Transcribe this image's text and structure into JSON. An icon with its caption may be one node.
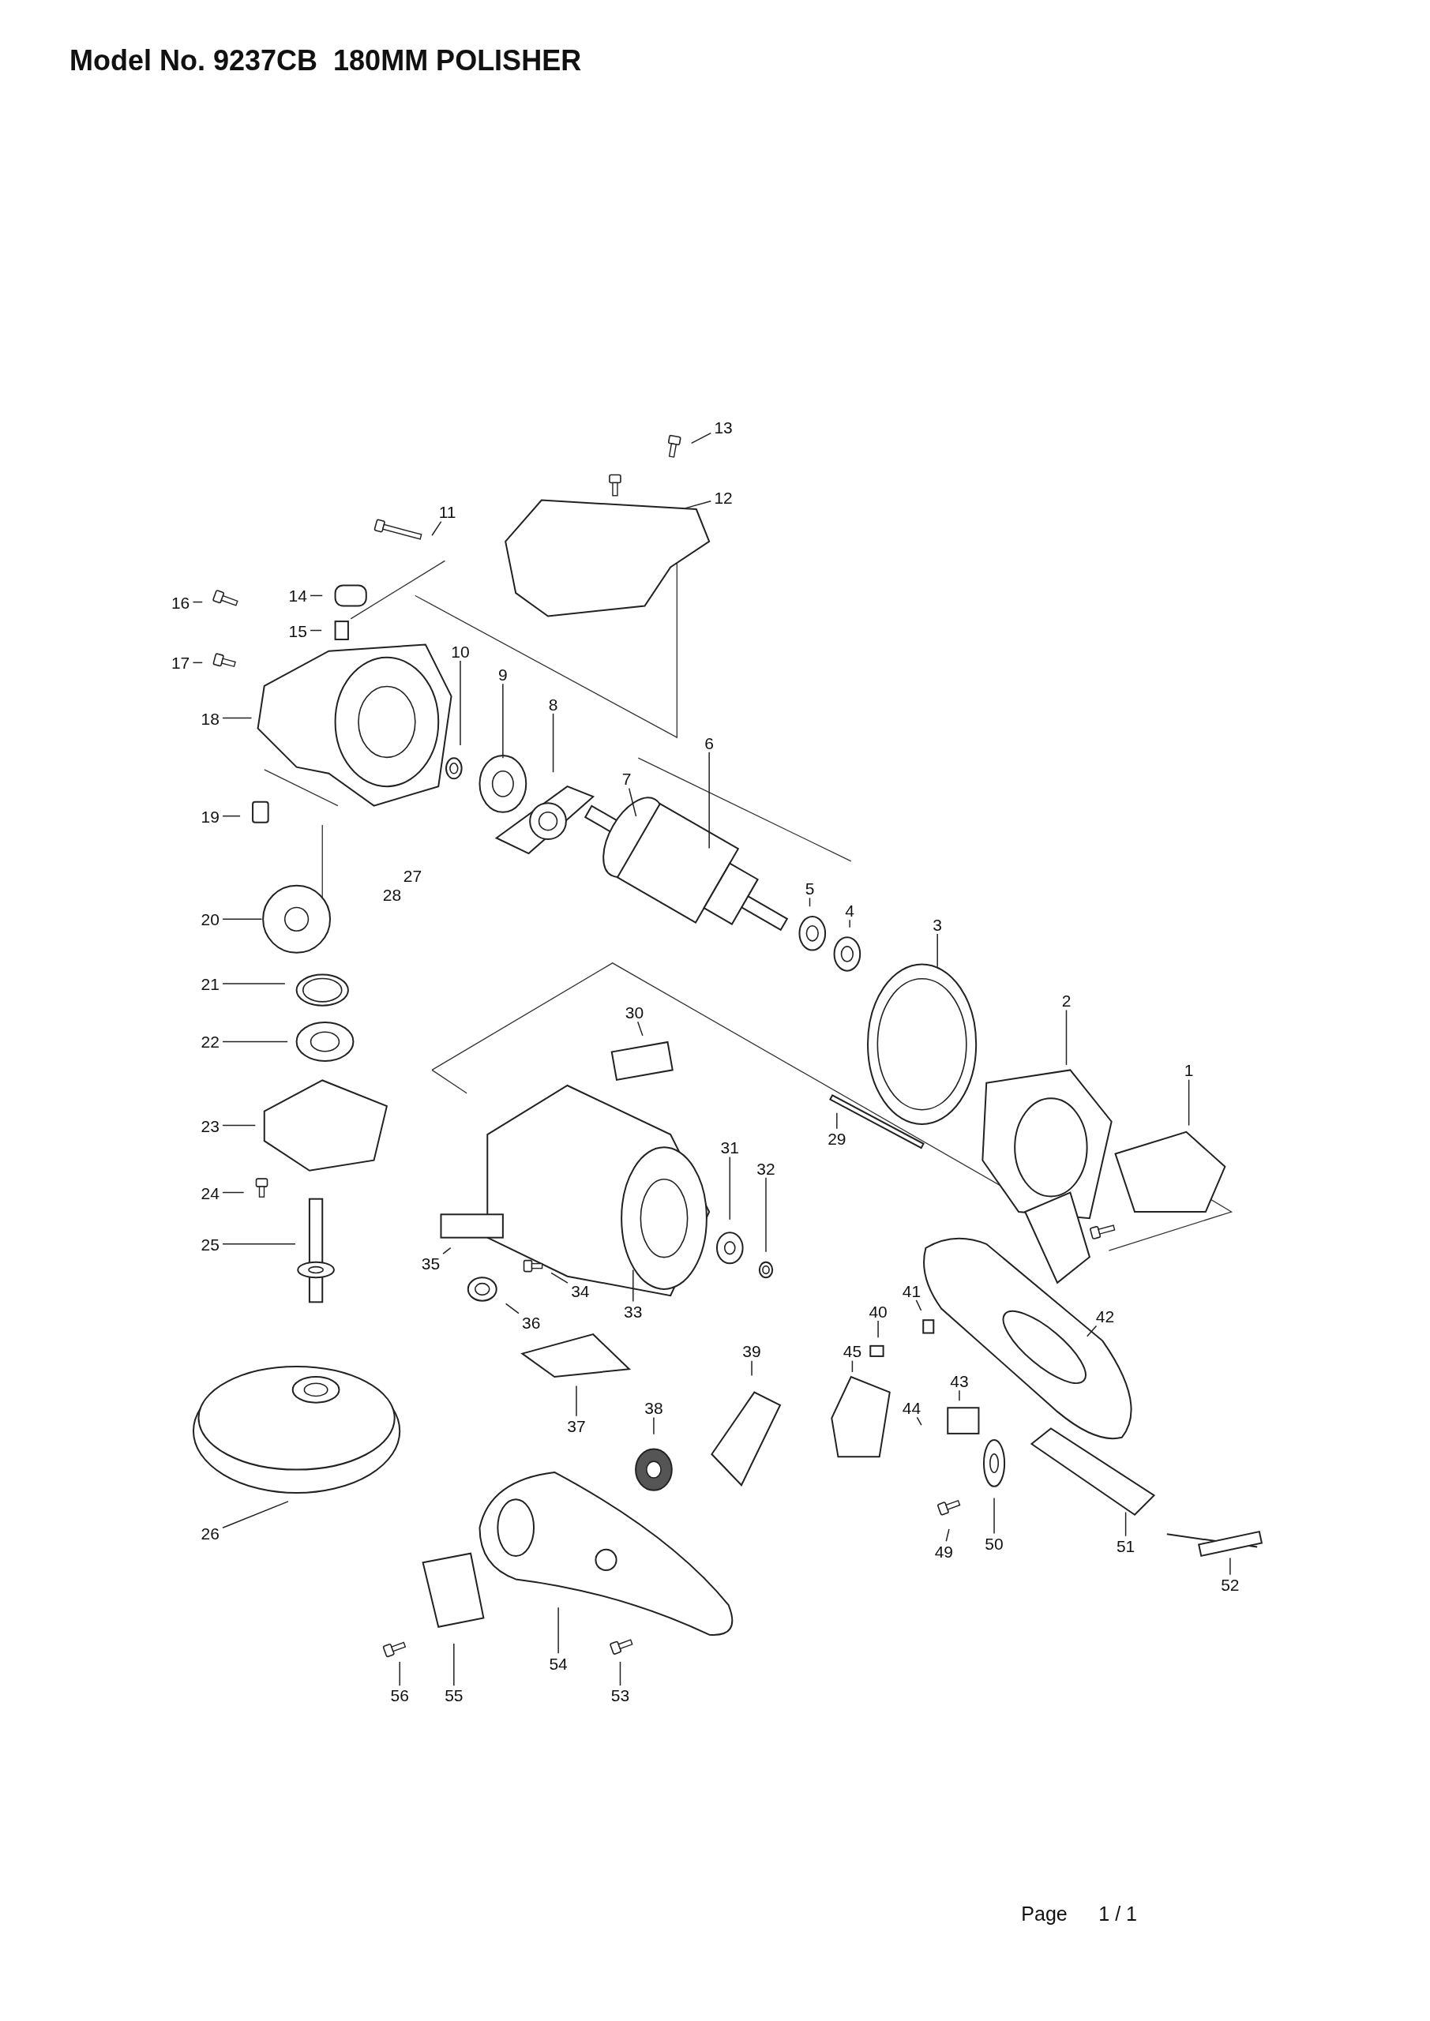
{
  "diagram": {
    "title": "Model No. 9237CB  180MM POLISHER",
    "nodes": [
      {
        "text": [
          "13"
        ]
      },
      {
        "text": [
          "12"
        ]
      },
      {
        "text": [
          "11"
        ]
      },
      {
        "text": [
          "16"
        ]
      },
      {
        "text": [
          "14"
        ]
      },
      {
        "text": [
          "15"
        ]
      },
      {
        "text": [
          "17"
        ]
      },
      {
        "text": [
          "10"
        ]
      },
      {
        "text": [
          "9"
        ]
      },
      {
        "text": [
          "18"
        ]
      },
      {
        "text": [
          "8"
        ]
      },
      {
        "text": [
          "6"
        ]
      },
      {
        "text": [
          "7"
        ]
      },
      {
        "text": [
          "19"
        ]
      },
      {
        "text": [
          "27"
        ]
      },
      {
        "text": [
          "28"
        ]
      },
      {
        "text": [
          "5"
        ]
      },
      {
        "text": [
          "4"
        ]
      },
      {
        "text": [
          "20"
        ]
      },
      {
        "text": [
          "3"
        ]
      },
      {
        "text": [
          "21"
        ]
      },
      {
        "text": [
          "2"
        ]
      },
      {
        "text": [
          "30"
        ]
      },
      {
        "text": [
          "22"
        ]
      },
      {
        "text": [
          "1"
        ]
      },
      {
        "text": [
          "23"
        ]
      },
      {
        "text": [
          "29"
        ]
      },
      {
        "text": [
          "31"
        ]
      },
      {
        "text": [
          "32"
        ]
      },
      {
        "text": [
          "24"
        ]
      },
      {
        "text": [
          "25"
        ]
      },
      {
        "text": [
          "35"
        ]
      },
      {
        "text": [
          "34"
        ]
      },
      {
        "text": [
          "33"
        ]
      },
      {
        "text": [
          "41"
        ]
      },
      {
        "text": [
          "40"
        ]
      },
      {
        "text": [
          "42"
        ]
      },
      {
        "text": [
          "36"
        ]
      },
      {
        "text": [
          "39"
        ]
      },
      {
        "text": [
          "45"
        ]
      },
      {
        "text": [
          "43"
        ]
      },
      {
        "text": [
          "38"
        ]
      },
      {
        "text": [
          "44"
        ]
      },
      {
        "text": [
          "37"
        ]
      },
      {
        "text": [
          "26"
        ]
      },
      {
        "text": [
          "50"
        ]
      },
      {
        "text": [
          "51"
        ]
      },
      {
        "text": [
          "49"
        ]
      },
      {
        "text": [
          "52"
        ]
      },
      {
        "text": [
          "54"
        ]
      },
      {
        "text": [
          "56"
        ]
      },
      {
        "text": [
          "55"
        ]
      },
      {
        "text": [
          "53"
        ]
      }
    ],
    "edges": [
      {
        "from": 0,
        "to": null,
        "arrow": "none"
      },
      {
        "from": 1,
        "to": null,
        "arrow": "none"
      },
      {
        "from": 2,
        "to": null,
        "arrow": "none"
      },
      {
        "from": 3,
        "to": null,
        "arrow": "none"
      },
      {
        "from": 4,
        "to": null,
        "arrow": "none"
      },
      {
        "from": 5,
        "to": null,
        "arrow": "none"
      },
      {
        "from": 6,
        "to": null,
        "arrow": "none"
      },
      {
        "from": 7,
        "to": null,
        "arrow": "none"
      },
      {
        "from": 8,
        "to": null,
        "arrow": "none"
      },
      {
        "from": 9,
        "to": null,
        "arrow": "none"
      },
      {
        "from": 10,
        "to": null,
        "arrow": "none"
      },
      {
        "from": 11,
        "to": null,
        "arrow": "none"
      },
      {
        "from": 12,
        "to": null,
        "arrow": "none"
      },
      {
        "from": 13,
        "to": null,
        "arrow": "none"
      },
      {
        "from": 16,
        "to": null,
        "arrow": "none"
      },
      {
        "from": 17,
        "to": null,
        "arrow": "none"
      },
      {
        "from": 18,
        "to": null,
        "arrow": "none"
      },
      {
        "from": 19,
        "to": null,
        "arrow": "none"
      },
      {
        "from": 20,
        "to": null,
        "arrow": "none"
      },
      {
        "from": 21,
        "to": null,
        "arrow": "none"
      },
      {
        "from": 22,
        "to": null,
        "arrow": "none"
      },
      {
        "from": 23,
        "to": null,
        "arrow": "none"
      },
      {
        "from": 24,
        "to": null,
        "arrow": "none"
      },
      {
        "from": 25,
        "to": null,
        "arrow": "none"
      },
      {
        "from": 26,
        "to": null,
        "arrow": "none"
      },
      {
        "from": 27,
        "to": null,
        "arrow": "none"
      },
      {
        "from": 28,
        "to": null,
        "arrow": "none"
      },
      {
        "from": 29,
        "to": null,
        "arrow": "none"
      },
      {
        "from": 30,
        "to": null,
        "arrow": "none"
      },
      {
        "from": 31,
        "to": null,
        "arrow": "none"
      },
      {
        "from": 32,
        "to": null,
        "arrow": "none"
      },
      {
        "from": 33,
        "to": null,
        "arrow": "none"
      },
      {
        "from": 34,
        "to": null,
        "arrow": "none"
      },
      {
        "from": 35,
        "to": null,
        "arrow": "none"
      },
      {
        "from": 36,
        "to": null,
        "arrow": "none"
      },
      {
        "from": 37,
        "to": null,
        "arrow": "none"
      },
      {
        "from": 38,
        "to": null,
        "arrow": "none"
      },
      {
        "from": 39,
        "to": null,
        "arrow": "none"
      },
      {
        "from": 40,
        "to": null,
        "arrow": "none"
      },
      {
        "from": 41,
        "to": null,
        "arrow": "none"
      },
      {
        "from": 42,
        "to": null,
        "arrow": "none"
      },
      {
        "from": 43,
        "to": null,
        "arrow": "none"
      },
      {
        "from": 44,
        "to": null,
        "arrow": "none"
      },
      {
        "from": 45,
        "to": null,
        "arrow": "none"
      },
      {
        "from": 46,
        "to": null,
        "arrow": "none"
      },
      {
        "from": 47,
        "to": null,
        "arrow": "none"
      },
      {
        "from": 48,
        "to": null,
        "arrow": "none"
      },
      {
        "from": 49,
        "to": null,
        "arrow": "none"
      },
      {
        "from": 50,
        "to": null,
        "arrow": "none"
      },
      {
        "from": 51,
        "to": null,
        "arrow": "none"
      },
      {
        "from": 52,
        "to": null,
        "arrow": "none"
      }
    ],
    "labels": [
      "Page",
      "1 / 1"
    ]
  }
}
